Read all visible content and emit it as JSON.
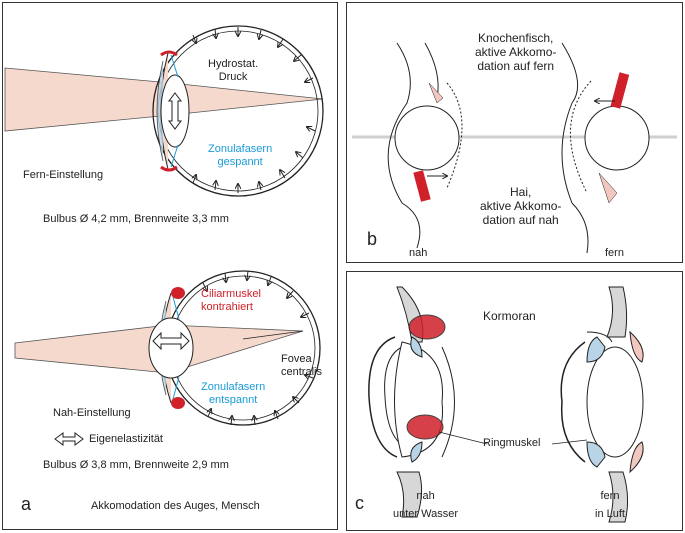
{
  "colors": {
    "light_beam": "#f6d9cd",
    "ciliary_muscle": "#d0202a",
    "zonula": "#1a9ad8",
    "lens_blue": "#b9d4e6",
    "pink": "#f2c7c0",
    "gray": "#d7d7d7"
  },
  "panel_a": {
    "letter": "a",
    "caption": "Akkomodation des Auges,  Mensch",
    "top_eye": {
      "pressure": [
        "Hydrostat.",
        "Druck"
      ],
      "zonula": [
        "Zonulafasern",
        "gespannt"
      ],
      "mode": "Fern-Einstellung",
      "bulbus": "Bulbus Ø 4,2 mm, Brennweite 3,3 mm"
    },
    "bottom_eye": {
      "ciliary": [
        "Ciliarmuskel",
        "kontrahiert"
      ],
      "fovea": [
        "Fovea",
        "centralis"
      ],
      "zonula": [
        "Zonulafasern",
        "entspannt"
      ],
      "mode": "Nah-Einstellung",
      "elasticity": "Eigenelastizität",
      "bulbus": "Bulbus Ø 3,8 mm, Brennweite 2,9 mm"
    },
    "icons": [
      "double-arrow-icon",
      "pressure-arrows-icon"
    ]
  },
  "panel_b": {
    "letter": "b",
    "top_text": [
      "Knochenfisch,",
      "aktive Akkomo-",
      "dation auf fern"
    ],
    "bottom_text": [
      "Hai,",
      "aktive Akkomo-",
      "dation auf nah"
    ],
    "left_label": "nah",
    "right_label": "fern"
  },
  "panel_c": {
    "letter": "c",
    "title": "Kormoran",
    "ringmuskel": "Ringmuskel",
    "left_label": [
      "nah",
      "unter Wasser"
    ],
    "right_label": [
      "fern",
      "in Luft"
    ]
  }
}
